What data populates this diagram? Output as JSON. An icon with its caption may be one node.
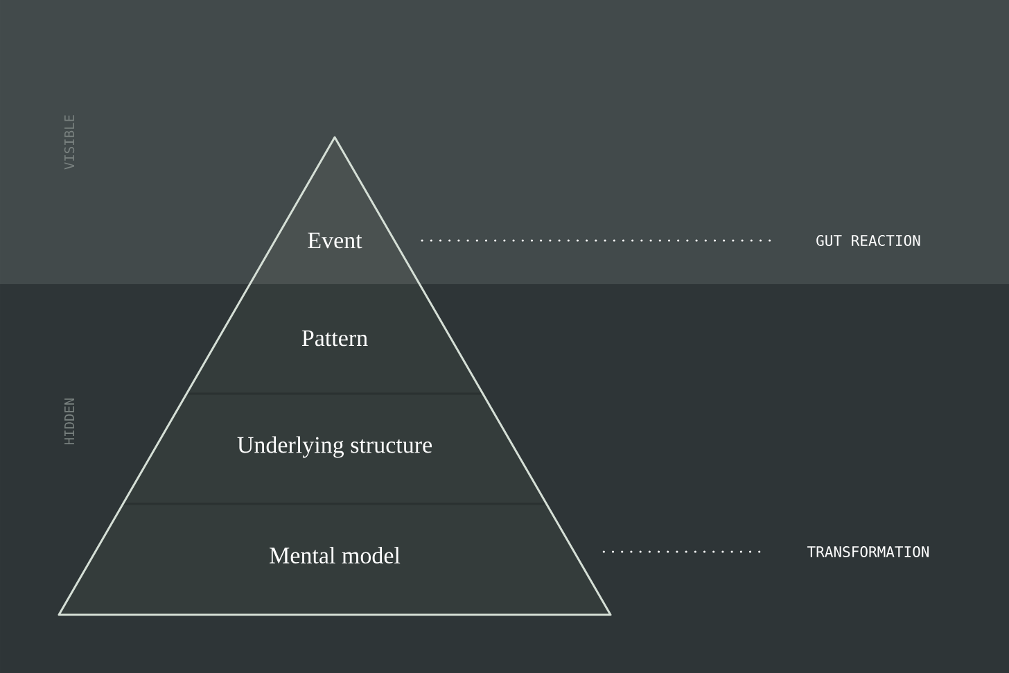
{
  "diagram": {
    "nodes": [
      {
        "text": [
          "Event"
        ]
      },
      {
        "text": [
          "Pattern"
        ]
      },
      {
        "text": [
          "Underlying structure"
        ]
      },
      {
        "text": [
          "Mental model"
        ]
      },
      {
        "text": [
          "GUT REACTION"
        ]
      },
      {
        "text": [
          "TRANSFORMATION"
        ]
      }
    ],
    "edges": [
      {
        "from": 0,
        "to": 4,
        "arrow": "none",
        "style": "dashed"
      },
      {
        "from": 3,
        "to": 5,
        "arrow": "none",
        "style": "dashed"
      }
    ],
    "labels": [
      "VISIBLE",
      "HIDDEN"
    ]
  }
}
